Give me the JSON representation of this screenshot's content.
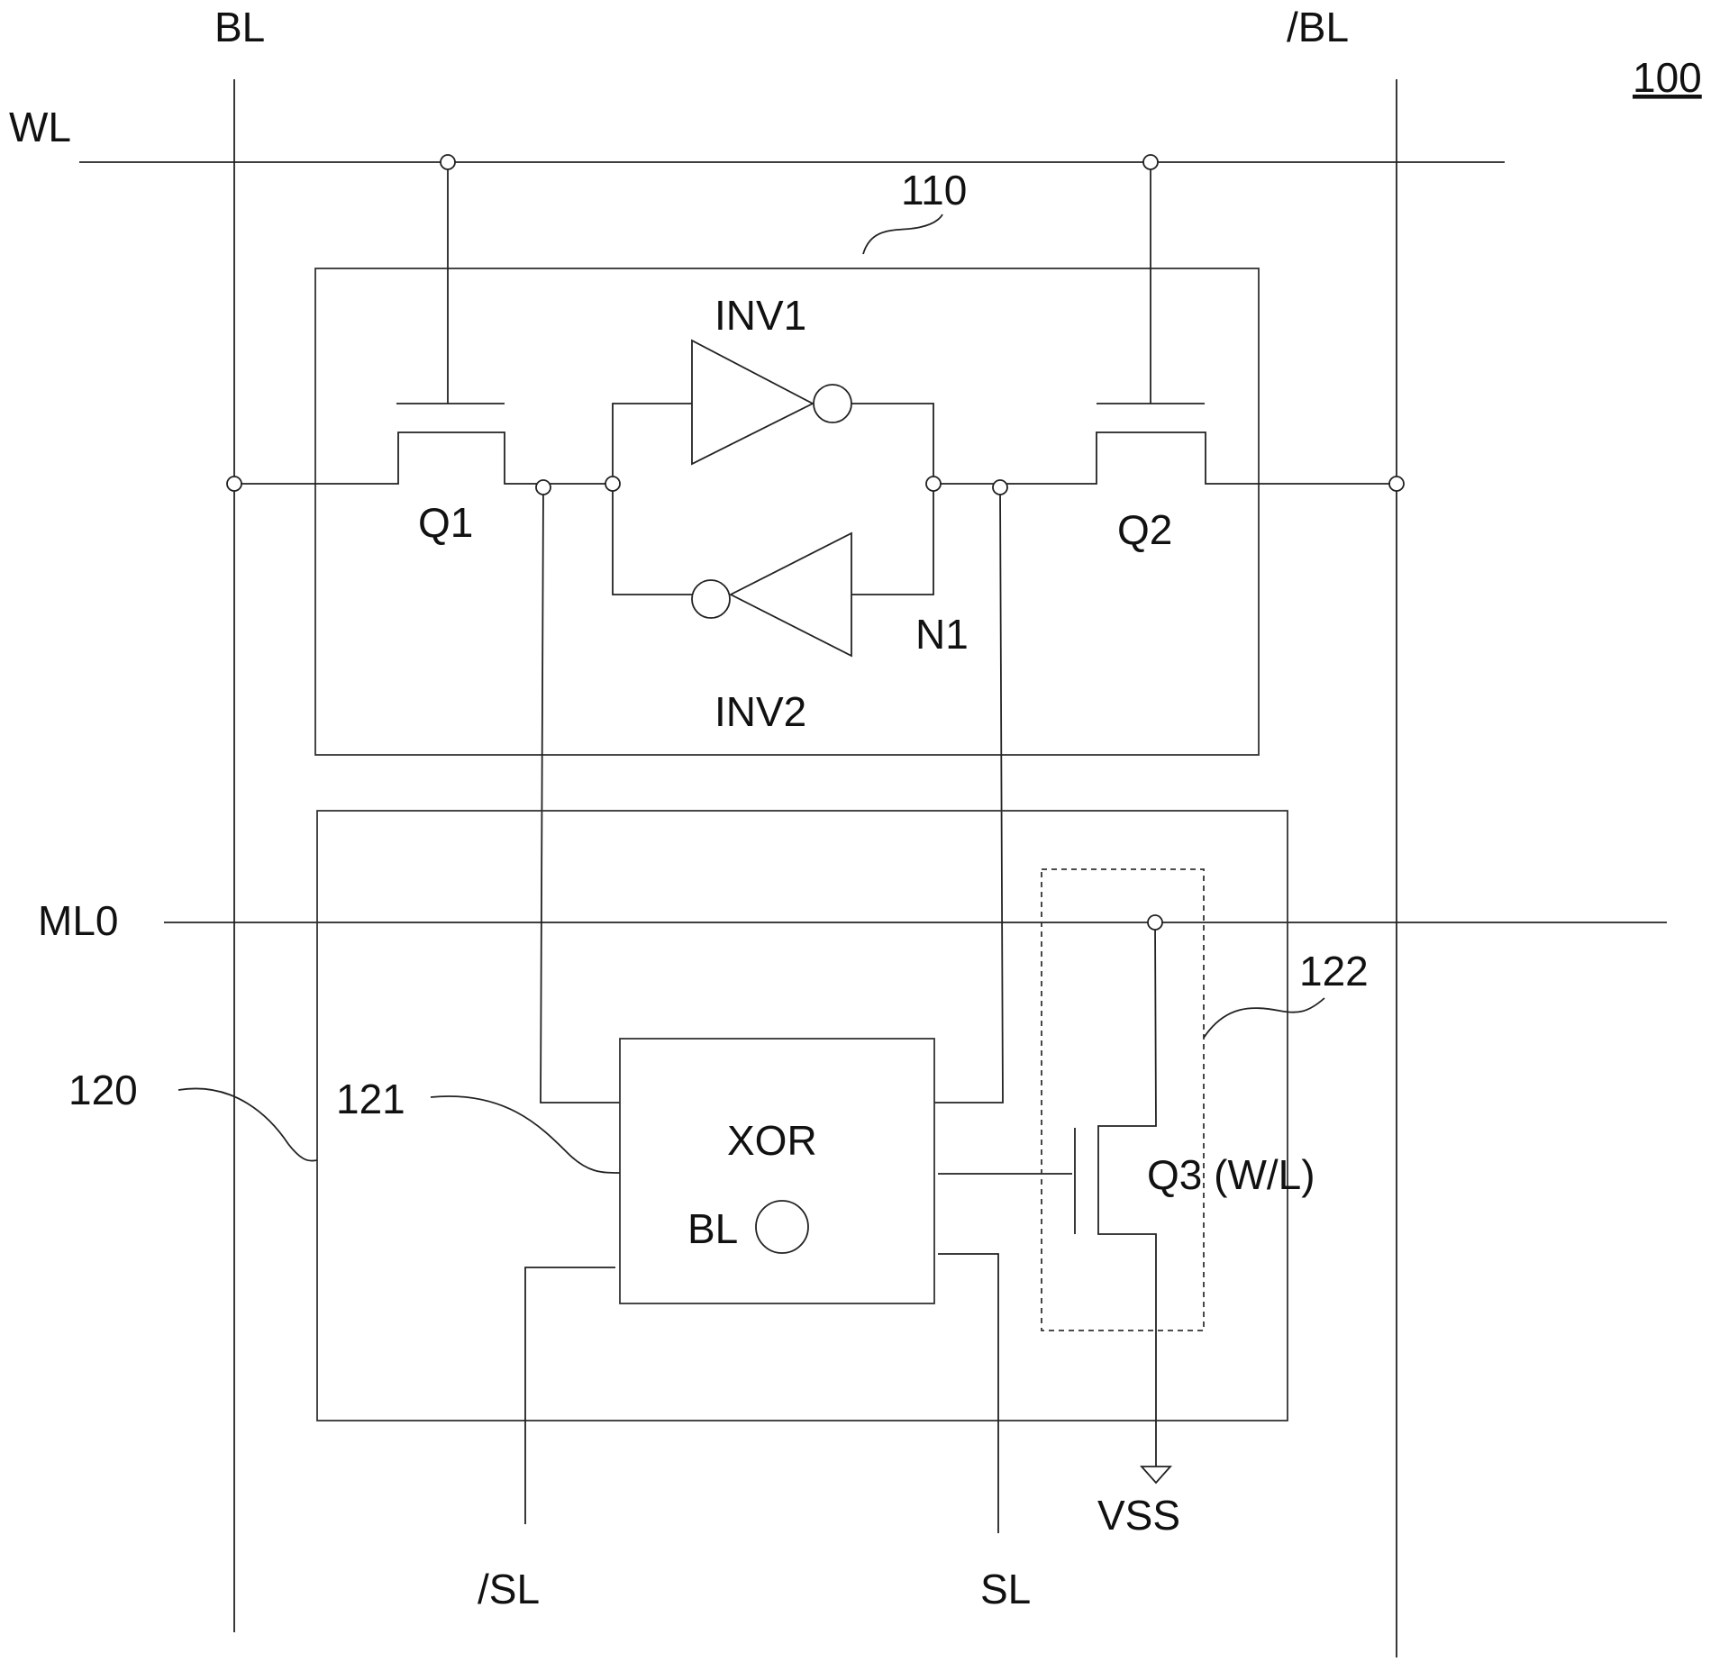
{
  "figure_ref": "100",
  "signals": {
    "bl": "BL",
    "bl_bar": "/BL",
    "wl": "WL",
    "ml0": "ML0",
    "sl": "SL",
    "sl_bar": "/SL",
    "vss": "VSS"
  },
  "storage_block": {
    "ref": "110",
    "inv1": "INV1",
    "inv2": "INV2",
    "q1": "Q1",
    "q2": "Q2",
    "n1": "N1"
  },
  "compare_block": {
    "ref": "120",
    "xor_ref": "121",
    "xor_label": "XOR",
    "xor_inner_label": "BL",
    "discharge_ref": "122",
    "q3": "Q3 (W/L)"
  }
}
